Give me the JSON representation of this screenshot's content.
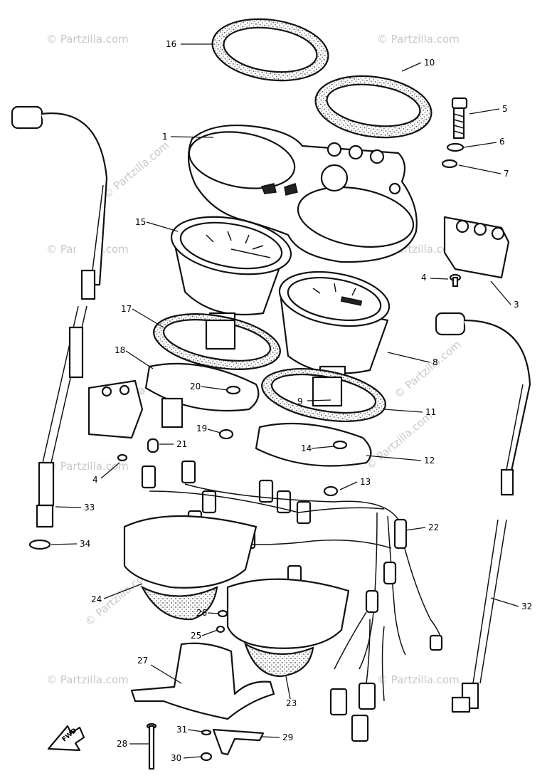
{
  "watermark": "© Partzilla.com",
  "forward_marker": "FWD",
  "callouts": [
    {
      "n": "1"
    },
    {
      "n": "3"
    },
    {
      "n": "4"
    },
    {
      "n": "4"
    },
    {
      "n": "5"
    },
    {
      "n": "6"
    },
    {
      "n": "7"
    },
    {
      "n": "8"
    },
    {
      "n": "9"
    },
    {
      "n": "10"
    },
    {
      "n": "11"
    },
    {
      "n": "12"
    },
    {
      "n": "13"
    },
    {
      "n": "14"
    },
    {
      "n": "15"
    },
    {
      "n": "16"
    },
    {
      "n": "17"
    },
    {
      "n": "18"
    },
    {
      "n": "19"
    },
    {
      "n": "20"
    },
    {
      "n": "21"
    },
    {
      "n": "22"
    },
    {
      "n": "23"
    },
    {
      "n": "24"
    },
    {
      "n": "25"
    },
    {
      "n": "26"
    },
    {
      "n": "27"
    },
    {
      "n": "28"
    },
    {
      "n": "29"
    },
    {
      "n": "30"
    },
    {
      "n": "31"
    },
    {
      "n": "32"
    },
    {
      "n": "33"
    },
    {
      "n": "34"
    }
  ]
}
